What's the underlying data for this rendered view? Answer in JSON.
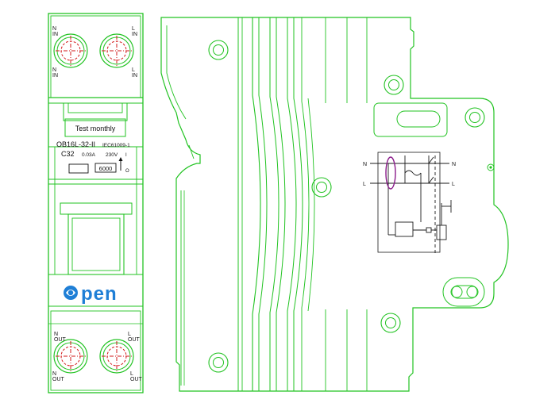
{
  "colors": {
    "outline": "#22c322",
    "outline_dark": "#0f8a0f",
    "terminal_mark": "#d21a1a",
    "schematic": "#1a1a1a",
    "coil": "#8a1a8a",
    "brand": "#1f7fd6",
    "text": "#111111"
  },
  "front": {
    "top_terminals": [
      {
        "upper": "N\nIN",
        "lower": "N\nIN"
      },
      {
        "upper": "L\nIN",
        "lower": "L\nIN"
      }
    ],
    "test_label": "Test monthly",
    "model": "OB16L-32-II",
    "standard": "IEC61009-1",
    "rating": "C32",
    "sensitivity": "0.03A",
    "voltage": "230V",
    "capacity": "6000",
    "on_mark": "I",
    "off_mark": "O",
    "brand": "pen",
    "bottom_terminals": [
      {
        "upper": "N\nOUT",
        "lower": "N\nOUT"
      },
      {
        "upper": "L\nOUT",
        "lower": "L\nOUT"
      }
    ]
  },
  "side": {
    "schematic": {
      "left_labels": [
        "N",
        "L"
      ],
      "right_labels": [
        "N",
        "L"
      ]
    }
  }
}
